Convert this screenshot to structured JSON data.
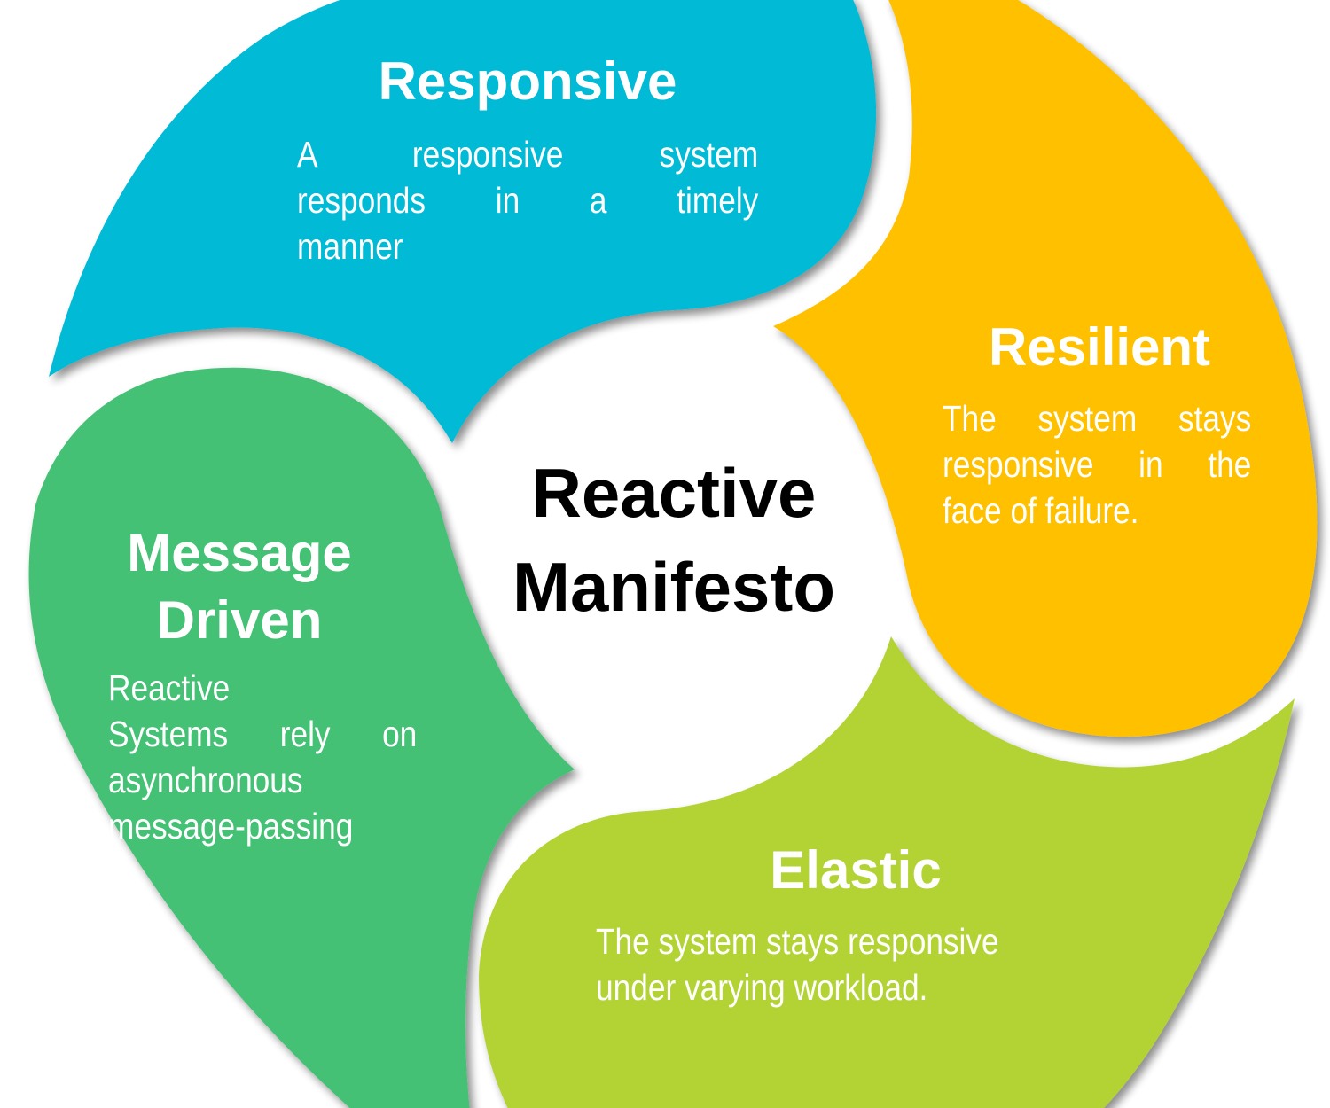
{
  "center": {
    "line1": "Reactive",
    "line2": "Manifesto"
  },
  "segments": [
    {
      "id": "responsive",
      "title": "Responsive",
      "description_lines": [
        "A responsive system",
        "responds in a timely",
        "manner"
      ],
      "color": "#00BAD6"
    },
    {
      "id": "resilient",
      "title": "Resilient",
      "description_lines": [
        "The system stays",
        "responsive in the",
        "face of failure."
      ],
      "color": "#FFC000"
    },
    {
      "id": "elastic",
      "title": "Elastic",
      "description_lines": [
        "The system stays responsive",
        "under varying workload."
      ],
      "color": "#B3D335"
    },
    {
      "id": "message-driven",
      "title_lines": [
        "Message",
        "Driven"
      ],
      "description_lines": [
        "Reactive",
        "Systems rely on",
        "asynchronous",
        "message-passing"
      ],
      "color": "#45C174"
    }
  ]
}
